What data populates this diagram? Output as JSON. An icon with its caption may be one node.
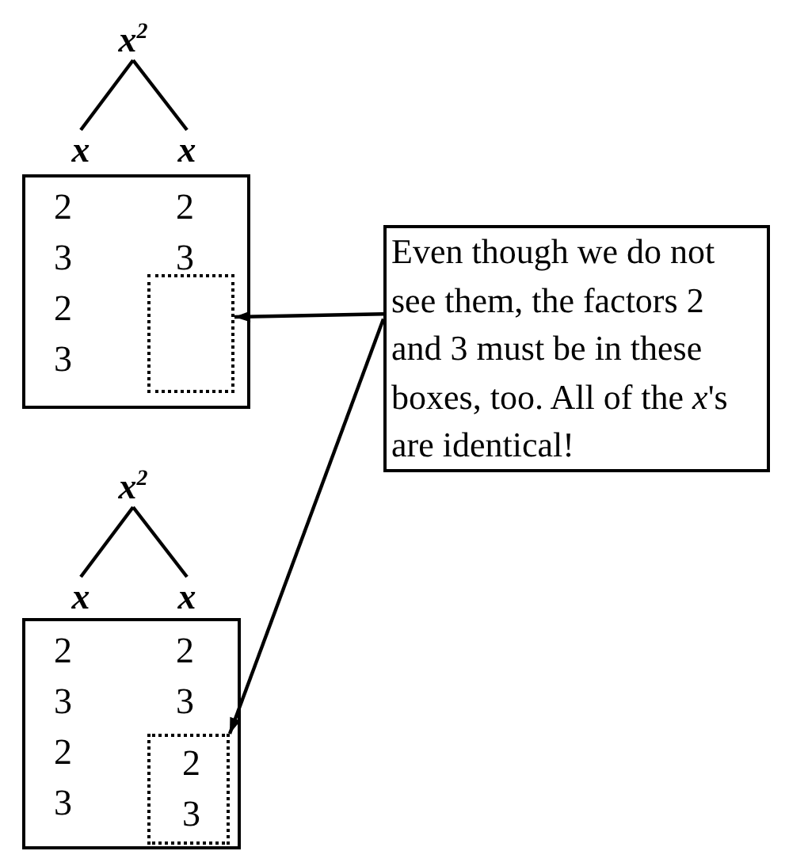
{
  "diagram": {
    "nodes": [
      {
        "text": [
          "x$^{2}$"
        ]
      },
      {
        "text": [
          "x"
        ]
      },
      {
        "text": [
          "x"
        ]
      },
      {
        "text": [
          "2",
          "2",
          "3",
          "3",
          "2",
          "3"
        ]
      },
      {
        "text": [],
        "shape": "box",
        "in": 3
      },
      {
        "text": [
          "Even though we do not see them, the factors 2 and 3 must be in these boxes, too. All of the *x*'s are identical!"
        ]
      },
      {
        "text": [
          "x$^{2}$"
        ]
      },
      {
        "text": [
          "x"
        ]
      },
      {
        "text": [
          "x"
        ]
      },
      {
        "text": [
          "2",
          "2",
          "3",
          "3",
          "2",
          "3"
        ]
      },
      {
        "text": [
          "2",
          "3"
        ],
        "in": 9
      }
    ],
    "edges": [
      {
        "from": 0,
        "to": 1,
        "arrow": "none"
      },
      {
        "from": 0,
        "to": 2,
        "arrow": "none"
      },
      {
        "from": 5,
        "to": 4,
        "arrow": "to"
      },
      {
        "from": 5,
        "to": 10,
        "arrow": "to"
      },
      {
        "from": 6,
        "to": 7,
        "arrow": "none"
      },
      {
        "from": 6,
        "to": 8,
        "arrow": "none"
      }
    ]
  }
}
